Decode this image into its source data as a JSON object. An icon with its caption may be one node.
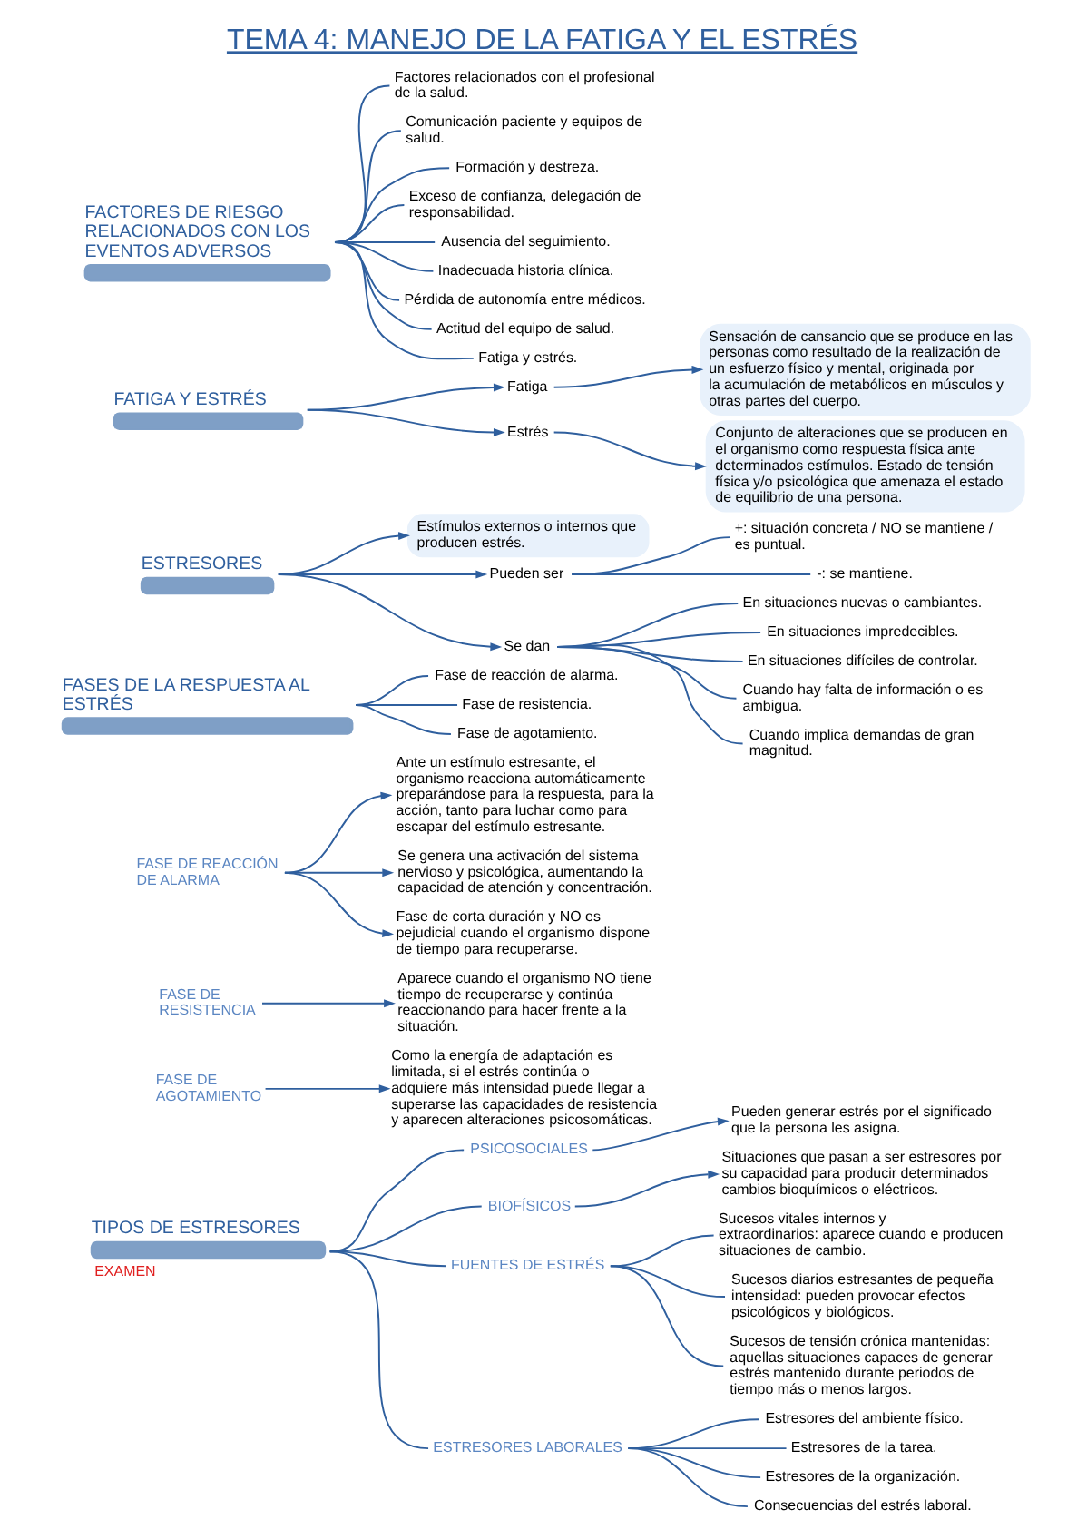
{
  "diagram": {
    "title": "TEMA 4: MANEJO DE LA FATIGA Y EL ESTRÉS",
    "nodes": [
      {
        "text": [
          "FACTORES DE RIESGO RELACIONADOS CON LOS EVENTOS ADVERSOS"
        ]
      },
      {
        "text": [
          "Factores relacionados con el profesional de la salud."
        ]
      },
      {
        "text": [
          "Comunicación paciente y equipos de salud."
        ]
      },
      {
        "text": [
          "Formación y destreza."
        ]
      },
      {
        "text": [
          "Exceso de confianza, delegación de responsabilidad."
        ]
      },
      {
        "text": [
          "Ausencia del seguimiento."
        ]
      },
      {
        "text": [
          "Inadecuada historia clínica."
        ]
      },
      {
        "text": [
          "Pérdida de autonomía entre médicos."
        ]
      },
      {
        "text": [
          "Actitud del equipo de salud."
        ]
      },
      {
        "text": [
          "Fatiga y estrés."
        ]
      },
      {
        "text": [
          "FATIGA Y ESTRÉS"
        ]
      },
      {
        "text": [
          "Fatiga"
        ]
      },
      {
        "text": [
          "Sensación de cansancio que se produce en las personas como resultado de la realización de un esfuerzo físico y mental, originada por la acumulación de metabólicos en músculos y otras partes del cuerpo."
        ]
      },
      {
        "text": [
          "Estrés"
        ]
      },
      {
        "text": [
          "Conjunto de alteraciones que se producen en el organismo como respuesta física ante determinados estímulos. Estado de tensión física y/o psicológica que amenaza el estado de equilibrio de una persona."
        ]
      },
      {
        "text": [
          "ESTRESORES"
        ]
      },
      {
        "text": [
          "Estímulos externos o internos que producen estrés."
        ]
      },
      {
        "text": [
          "Pueden ser"
        ]
      },
      {
        "text": [
          "+: situación concreta / NO se mantiene / es puntual."
        ]
      },
      {
        "text": [
          "-: se mantiene."
        ]
      },
      {
        "text": [
          "Se dan"
        ]
      },
      {
        "text": [
          "En situaciones nuevas o cambiantes."
        ]
      },
      {
        "text": [
          "En situaciones impredecibles."
        ]
      },
      {
        "text": [
          "En situaciones difíciles de controlar."
        ]
      },
      {
        "text": [
          "Cuando hay falta de información o es ambigua."
        ]
      },
      {
        "text": [
          "Cuando implica demandas de gran magnitud."
        ]
      },
      {
        "text": [
          "FASES DE LA RESPUESTA AL ESTRÉS"
        ]
      },
      {
        "text": [
          "Fase de reacción de alarma."
        ]
      },
      {
        "text": [
          "Fase de resistencia."
        ]
      },
      {
        "text": [
          "Fase de agotamiento."
        ]
      },
      {
        "text": [
          "FASE DE REACCIÓN DE ALARMA"
        ]
      },
      {
        "text": [
          "Ante un estímulo estresante, el organismo reacciona automáticamente preparándose para la respuesta, para la acción, tanto para luchar como para escapar del estímulo estresante."
        ]
      },
      {
        "text": [
          "Se genera una activación del sistema nervioso y psicológica, aumentando la capacidad de atención y concentración."
        ]
      },
      {
        "text": [
          "Fase de corta duración y NO es pejudicial cuando el organismo dispone de tiempo para recuperarse."
        ]
      },
      {
        "text": [
          "FASE DE RESISTENCIA"
        ]
      },
      {
        "text": [
          "Aparece cuando el organismo NO tiene tiempo de recuperarse y continúa reaccionando para hacer frente a la situación."
        ]
      },
      {
        "text": [
          "FASE DE AGOTAMIENTO"
        ]
      },
      {
        "text": [
          "Como la energía de adaptación es limitada, si el estrés continúa o adquiere más intensidad puede llegar a superarse las capacidades de resistencia y aparecen alteraciones psicosomáticas."
        ]
      },
      {
        "text": [
          "TIPOS DE ESTRESORES"
        ],
        "beside": [
          "EXAMEN"
        ]
      },
      {
        "text": [
          "PSICOSOCIALES"
        ]
      },
      {
        "text": [
          "Pueden generar estrés por el significado que la persona les asigna."
        ]
      },
      {
        "text": [
          "BIOFÍSICOS"
        ]
      },
      {
        "text": [
          "Situaciones que pasan a ser estresores por su capacidad para producir determinados cambios bioquímicos o eléctricos."
        ]
      },
      {
        "text": [
          "FUENTES DE ESTRÉS"
        ]
      },
      {
        "text": [
          "Sucesos vitales internos y extraordinarios: aparece cuando e producen situaciones de cambio."
        ]
      },
      {
        "text": [
          "Sucesos diarios estresantes de pequeña intensidad: pueden provocar efectos psicológicos y biológicos."
        ]
      },
      {
        "text": [
          "Sucesos de tensión crónica mantenidas: aquellas situaciones capaces de generar estrés mantenido durante periodos de tiempo más o menos largos."
        ]
      },
      {
        "text": [
          "ESTRESORES LABORALES"
        ]
      },
      {
        "text": [
          "Estresores del ambiente físico."
        ]
      },
      {
        "text": [
          "Estresores de la tarea."
        ]
      },
      {
        "text": [
          "Estresores de la organización."
        ]
      },
      {
        "text": [
          "Consecuencias del estrés laboral."
        ]
      }
    ],
    "edges": [
      {
        "from": 0,
        "to": 1,
        "arrow": "none"
      },
      {
        "from": 0,
        "to": 2,
        "arrow": "none"
      },
      {
        "from": 0,
        "to": 3,
        "arrow": "none"
      },
      {
        "from": 0,
        "to": 4,
        "arrow": "none"
      },
      {
        "from": 0,
        "to": 5,
        "arrow": "none"
      },
      {
        "from": 0,
        "to": 6,
        "arrow": "none"
      },
      {
        "from": 0,
        "to": 7,
        "arrow": "none"
      },
      {
        "from": 0,
        "to": 8,
        "arrow": "none"
      },
      {
        "from": 0,
        "to": 9,
        "arrow": "none"
      },
      {
        "from": 10,
        "to": 11,
        "arrow": "to"
      },
      {
        "from": 11,
        "to": 12,
        "arrow": "to"
      },
      {
        "from": 10,
        "to": 13,
        "arrow": "to"
      },
      {
        "from": 13,
        "to": 14,
        "arrow": "to"
      },
      {
        "from": 15,
        "to": 16,
        "arrow": "to"
      },
      {
        "from": 15,
        "to": 17,
        "arrow": "to"
      },
      {
        "from": 17,
        "to": 18,
        "arrow": "none"
      },
      {
        "from": 17,
        "to": 19,
        "arrow": "none"
      },
      {
        "from": 15,
        "to": 20,
        "arrow": "to"
      },
      {
        "from": 20,
        "to": 21,
        "arrow": "none"
      },
      {
        "from": 20,
        "to": 22,
        "arrow": "none"
      },
      {
        "from": 20,
        "to": 23,
        "arrow": "none"
      },
      {
        "from": 20,
        "to": 24,
        "arrow": "none"
      },
      {
        "from": 20,
        "to": 25,
        "arrow": "none"
      },
      {
        "from": 26,
        "to": 27,
        "arrow": "none"
      },
      {
        "from": 26,
        "to": 28,
        "arrow": "none"
      },
      {
        "from": 26,
        "to": 29,
        "arrow": "none"
      },
      {
        "from": 30,
        "to": 31,
        "arrow": "to"
      },
      {
        "from": 30,
        "to": 32,
        "arrow": "to"
      },
      {
        "from": 30,
        "to": 33,
        "arrow": "to"
      },
      {
        "from": 34,
        "to": 35,
        "arrow": "to"
      },
      {
        "from": 36,
        "to": 37,
        "arrow": "to"
      },
      {
        "from": 38,
        "to": 39,
        "arrow": "none"
      },
      {
        "from": 39,
        "to": 40,
        "arrow": "to"
      },
      {
        "from": 38,
        "to": 41,
        "arrow": "none"
      },
      {
        "from": 41,
        "to": 42,
        "arrow": "to"
      },
      {
        "from": 38,
        "to": 43,
        "arrow": "none"
      },
      {
        "from": 43,
        "to": 44,
        "arrow": "none"
      },
      {
        "from": 43,
        "to": 45,
        "arrow": "none"
      },
      {
        "from": 43,
        "to": 46,
        "arrow": "none"
      },
      {
        "from": 38,
        "to": 47,
        "arrow": "none"
      },
      {
        "from": 47,
        "to": 48,
        "arrow": "none"
      },
      {
        "from": 47,
        "to": 49,
        "arrow": "none"
      },
      {
        "from": 47,
        "to": 50,
        "arrow": "none"
      },
      {
        "from": 47,
        "to": 51,
        "arrow": "none"
      }
    ]
  }
}
